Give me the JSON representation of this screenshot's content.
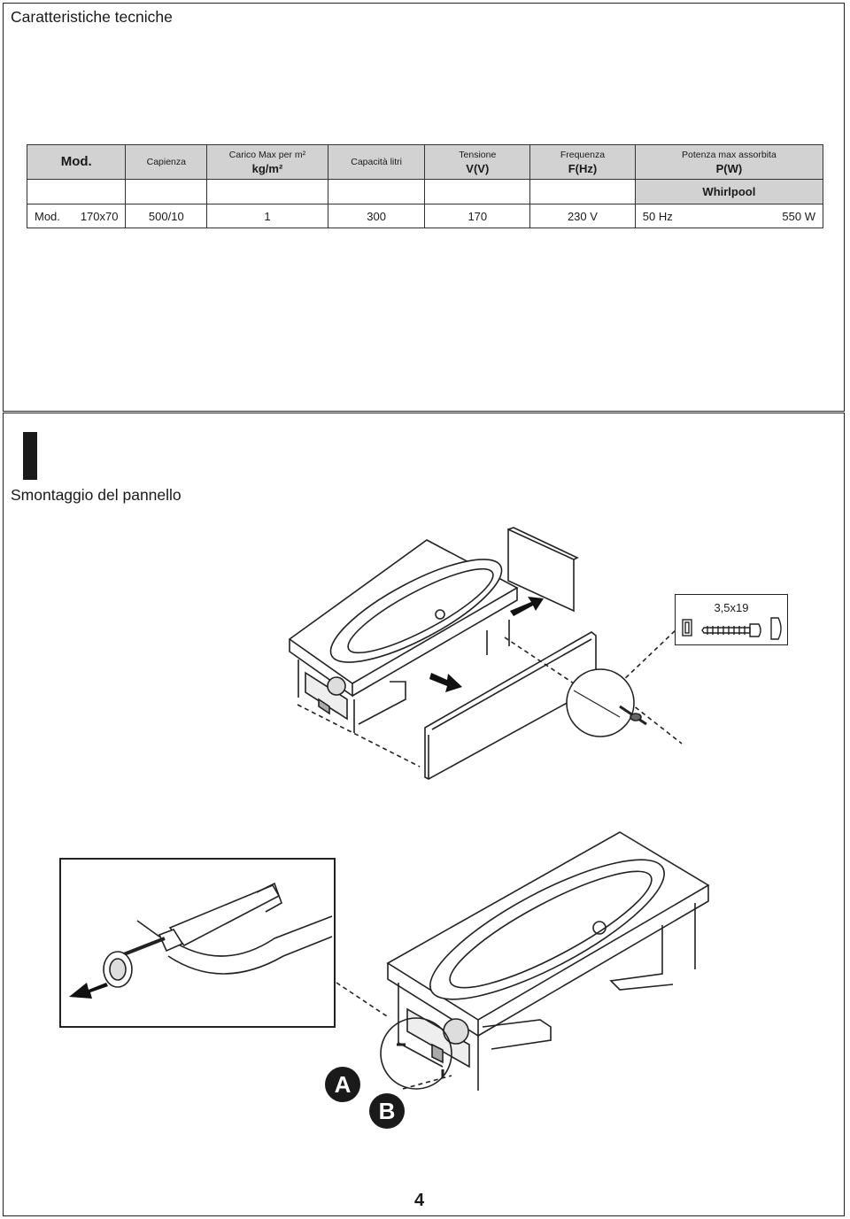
{
  "header": {
    "title": "Caratteristiche tecniche"
  },
  "spec_table": {
    "columns": [
      {
        "small": "",
        "bold": "Mod."
      },
      {
        "small": "Capienza",
        "bold": ""
      },
      {
        "small": "Carico Max per m²",
        "bold": "kg/m²"
      },
      {
        "small": "Capacità litri",
        "bold": ""
      },
      {
        "small": "Tensione",
        "bold": "V(V)"
      },
      {
        "small": "Frequenza",
        "bold": "F(Hz)"
      },
      {
        "small": "Potenza max assorbita",
        "bold": "P(W)"
      }
    ],
    "subheader": "Whirlpool",
    "row": {
      "mod_prefix": "Mod.",
      "mod_value": "170x70",
      "capienza_cell": "500/10",
      "capienza": "1",
      "carico": "300",
      "litri": "170",
      "tensione": "230 V",
      "frequenza": "50 Hz",
      "potenza": "550 W"
    }
  },
  "section2": {
    "title": "Smontaggio del pannello"
  },
  "screw": {
    "label": "3,5x19"
  },
  "callouts": {
    "a": "A",
    "b": "B"
  },
  "footer": {
    "page_number": "4"
  }
}
